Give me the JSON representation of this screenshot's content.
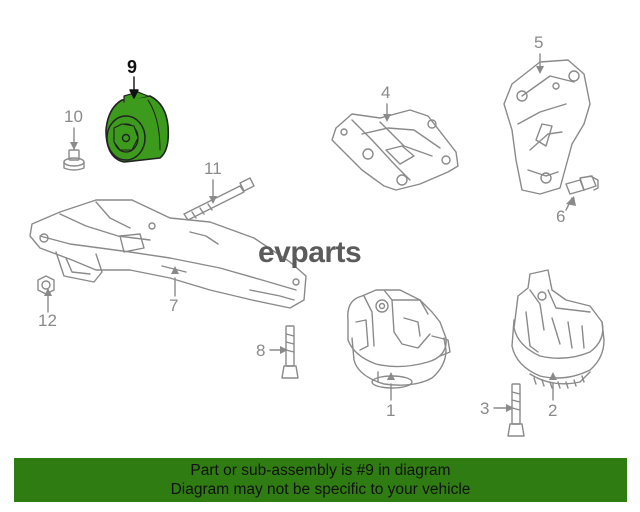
{
  "brand": {
    "text": "evparts"
  },
  "callouts": [
    {
      "id": "1",
      "label": "1"
    },
    {
      "id": "2",
      "label": "2"
    },
    {
      "id": "3",
      "label": "3"
    },
    {
      "id": "4",
      "label": "4"
    },
    {
      "id": "5",
      "label": "5"
    },
    {
      "id": "6",
      "label": "6"
    },
    {
      "id": "7",
      "label": "7"
    },
    {
      "id": "8",
      "label": "8"
    },
    {
      "id": "9",
      "label": "9",
      "highlighted": true
    },
    {
      "id": "10",
      "label": "10"
    },
    {
      "id": "11",
      "label": "11"
    },
    {
      "id": "12",
      "label": "12"
    }
  ],
  "banner": {
    "line1": "Part or sub-assembly is #9 in diagram",
    "line2": "Diagram may not be specific to your vehicle"
  },
  "colors": {
    "highlight_part": "#3c9a1c",
    "banner_bg": "#2f7d12",
    "line_art": "#8a8a8a"
  }
}
